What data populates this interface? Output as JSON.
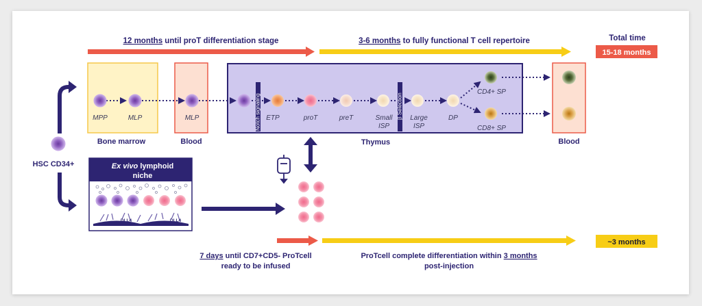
{
  "header": {
    "top_left_prefix": "12 months",
    "top_left_suffix": " until proT differentiation stage",
    "top_right_prefix": "3-6 months",
    "top_right_suffix": " to fully functional T cell repertoire",
    "total_time_title": "Total time",
    "total_time_value": "15-18 months"
  },
  "cells": {
    "mpp": "MPP",
    "mlp_marrow": "MLP",
    "mlp_blood": "MLP",
    "etp": "ETP",
    "prot": "proT",
    "pret": "preT",
    "small_isp_line1": "Small",
    "small_isp_line2": "ISP",
    "large_isp_line1": "Large",
    "large_isp_line2": "ISP",
    "dp": "DP",
    "cd4_sp": "CD4+ SP",
    "cd8_sp": "CD8+ SP"
  },
  "compartments": {
    "bone_marrow": "Bone marrow",
    "blood_left": "Blood",
    "thymus": "Thymus",
    "blood_right": "Blood"
  },
  "bars": {
    "notch_signaling": "Notch signaling",
    "b_selection": "β Selection"
  },
  "hsc_label": "HSC CD34+",
  "niche": {
    "title_italic": "Ex vivo",
    "title_rest": " lymphoid",
    "title_line2": "niche",
    "dll4_left": "DLL4",
    "dll4_right": "DLL4"
  },
  "bottom": {
    "left_prefix": "7 days",
    "left_line1_rest": " until CD7+CD5- ProTcell",
    "left_line2": "ready to be infused",
    "right_line1_pre": "ProTcell complete differentiation within ",
    "right_line1_highlight": "3 months",
    "right_line2": "post-injection",
    "total_value": "~3 months"
  },
  "colors": {
    "navy": "#2d2472",
    "red": "#ec5a48",
    "yellow": "#f7cd16",
    "orange_box": "#ec5a48",
    "thymus_fill": "#cfc8ee",
    "marrow_fill": "#fff3c6"
  }
}
